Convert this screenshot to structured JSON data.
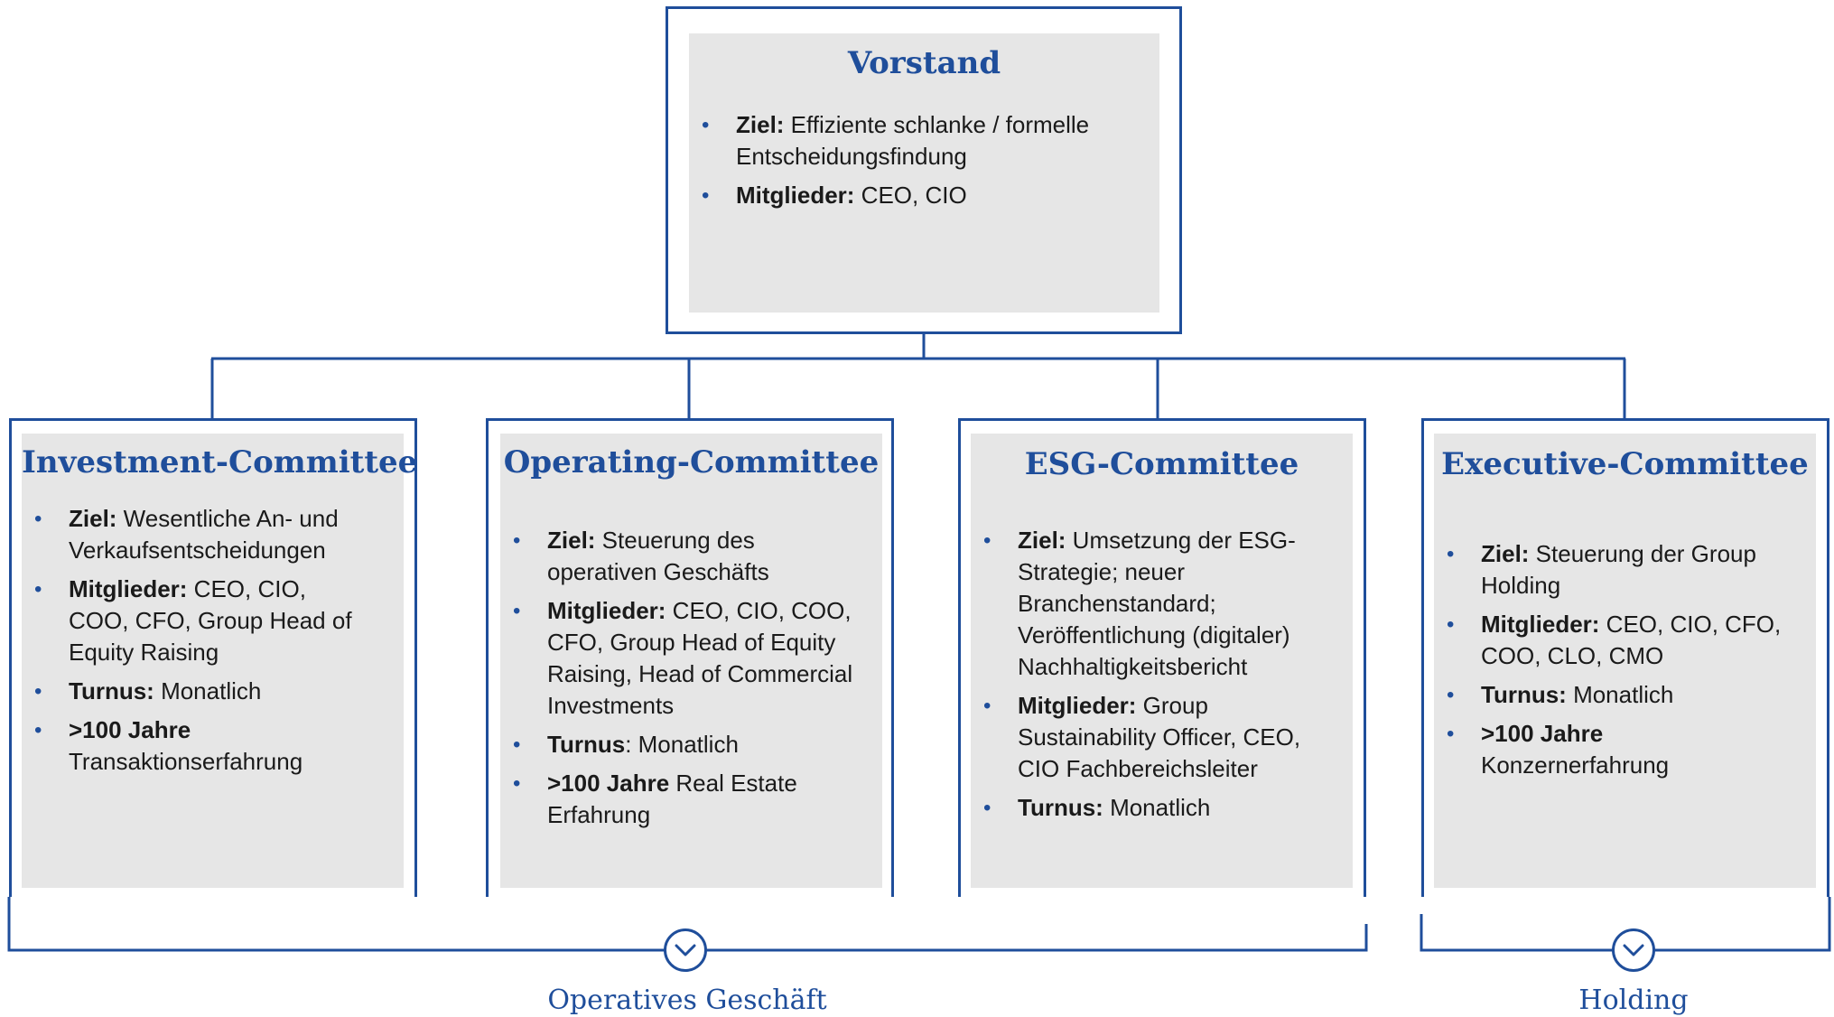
{
  "vorstand": {
    "title": "Vorstand",
    "items": [
      {
        "bold": "Ziel:",
        "text": " Effiziente schlanke / formelle Entscheidungsfindung"
      },
      {
        "bold": "Mitglieder:",
        "text": " CEO, CIO"
      }
    ]
  },
  "committees": [
    {
      "title": "Investment-Committee",
      "items": [
        {
          "bold": "Ziel:",
          "text": " Wesentliche An- und Verkaufsentscheidungen"
        },
        {
          "bold": "Mitglieder:",
          "text": " CEO, CIO, COO, CFO, Group Head of Equity Raising"
        },
        {
          "bold": "Turnus:",
          "text": " Monatlich"
        },
        {
          "bold": ">100 Jahre",
          "text": " Transaktionserfahrung"
        }
      ]
    },
    {
      "title": "Operating-Committee",
      "items": [
        {
          "bold": "Ziel:",
          "text": " Steuerung des operativen Geschäfts"
        },
        {
          "bold": "Mitglieder:",
          "text": " CEO, CIO, COO, CFO, Group Head of Equity Raising, Head of Commercial Investments"
        },
        {
          "bold": "Turnus",
          "text": ": Monatlich"
        },
        {
          "bold": ">100 Jahre",
          "text": " Real Estate Erfahrung"
        }
      ]
    },
    {
      "title": "ESG-Committee",
      "items": [
        {
          "bold": "Ziel:",
          "text": " Umsetzung der ESG-Strategie; neuer Branchenstandard; Veröffentlichung (digitaler) Nachhaltigkeitsbericht"
        },
        {
          "bold": "Mitglieder:",
          "text": " Group Sustainability Officer, CEO, CIO Fachbereichsleiter"
        },
        {
          "bold": "Turnus:",
          "text": " Monatlich"
        }
      ]
    },
    {
      "title": "Executive-Committee",
      "items": [
        {
          "bold": "Ziel:",
          "text": " Steuerung der Group Holding"
        },
        {
          "bold": "Mitglieder:",
          "text": " CEO, CIO, CFO, COO, CLO, CMO"
        },
        {
          "bold": "Turnus:",
          "text": " Monatlich"
        },
        {
          "bold": ">100 Jahre",
          "text": " Konzernerfahrung"
        }
      ]
    }
  ],
  "groups": [
    {
      "label": "Operatives Geschäft"
    },
    {
      "label": "Holding"
    }
  ],
  "colors": {
    "accent": "#1f4e9b",
    "panel": "#e6e6e6",
    "text": "#1a1a1a"
  },
  "icons": {
    "group_marker": "chevron-down-icon",
    "bullet": "bullet-icon"
  }
}
